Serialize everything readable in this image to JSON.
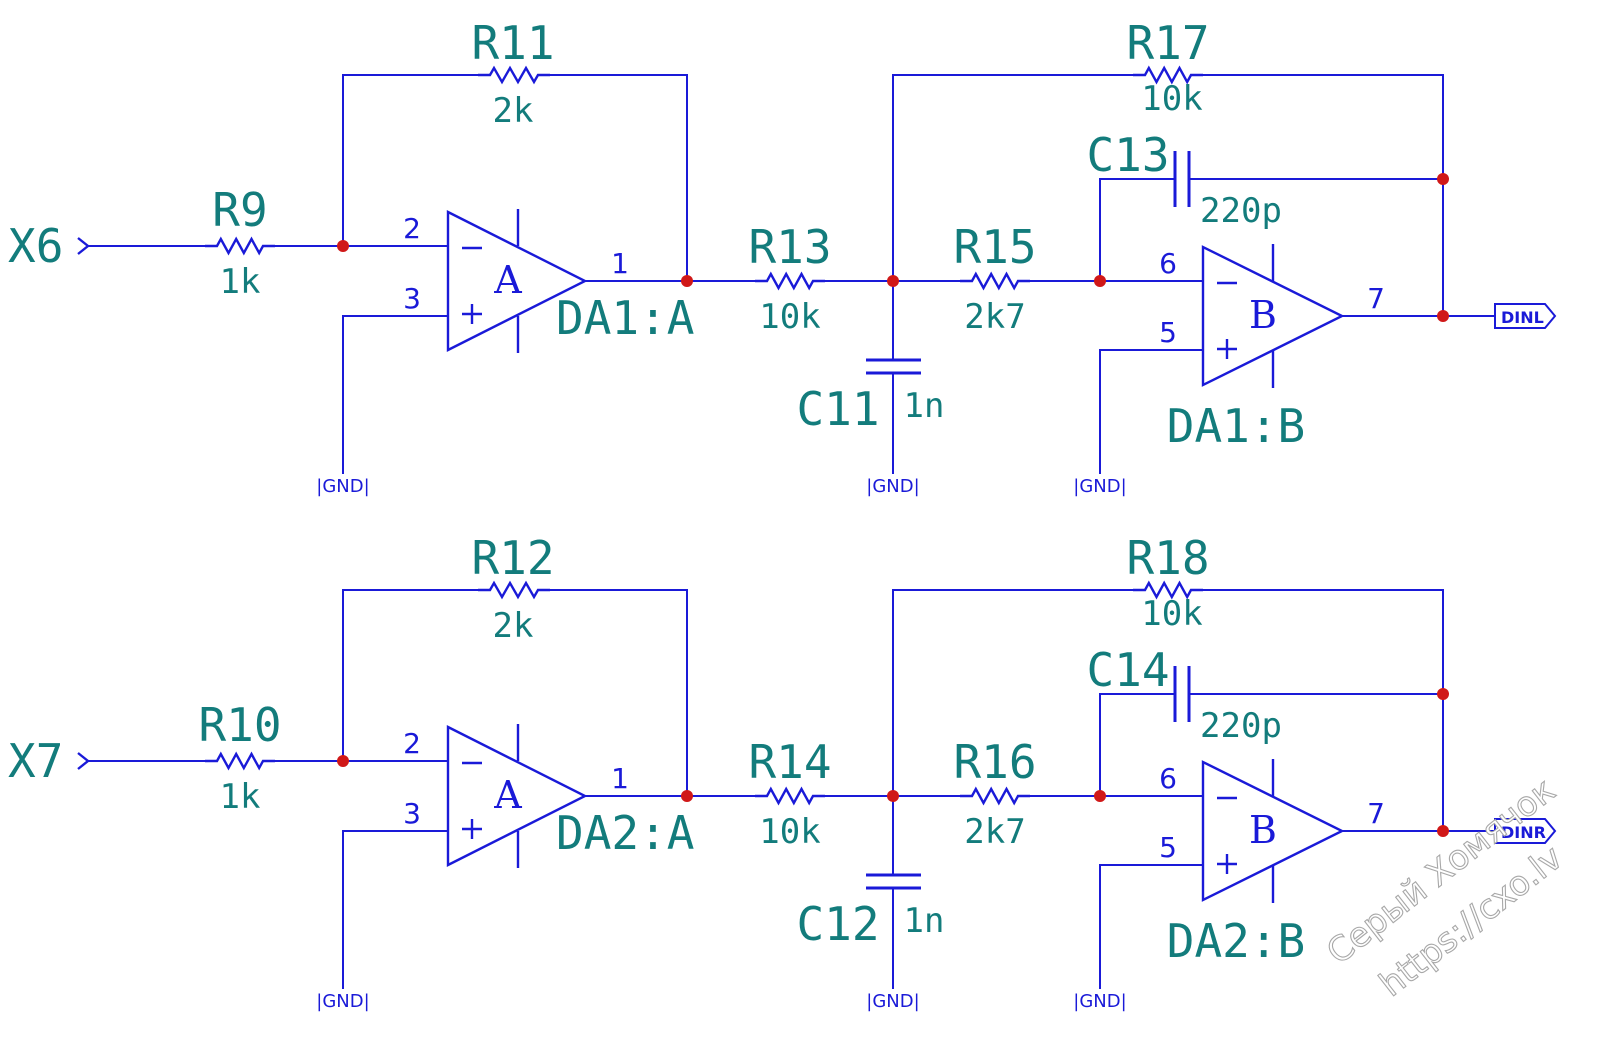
{
  "ground_label": "|GND|",
  "watermark": {
    "line1": "Серый Хомячок",
    "line2": "https://cxo.lv"
  },
  "channels": [
    {
      "input_port": "X6",
      "output_net": "DINL",
      "r_in": {
        "ref": "R9",
        "value": "1k"
      },
      "r_fb1": {
        "ref": "R11",
        "value": "2k"
      },
      "r_mid": {
        "ref": "R13",
        "value": "10k"
      },
      "c_shunt": {
        "ref": "C11",
        "value": "1n"
      },
      "r_ser": {
        "ref": "R15",
        "value": "2k7"
      },
      "r_fb2": {
        "ref": "R17",
        "value": "10k"
      },
      "c_fb": {
        "ref": "C13",
        "value": "220p"
      },
      "opamp_a": {
        "label": "DA1:A",
        "letter": "A",
        "pin_inv": "2",
        "pin_noninv": "3",
        "pin_out": "1"
      },
      "opamp_b": {
        "label": "DA1:B",
        "letter": "B",
        "pin_inv": "6",
        "pin_noninv": "5",
        "pin_out": "7"
      }
    },
    {
      "input_port": "X7",
      "output_net": "DINR",
      "r_in": {
        "ref": "R10",
        "value": "1k"
      },
      "r_fb1": {
        "ref": "R12",
        "value": "2k"
      },
      "r_mid": {
        "ref": "R14",
        "value": "10k"
      },
      "c_shunt": {
        "ref": "C12",
        "value": "1n"
      },
      "r_ser": {
        "ref": "R16",
        "value": "2k7"
      },
      "r_fb2": {
        "ref": "R18",
        "value": "10k"
      },
      "c_fb": {
        "ref": "C14",
        "value": "220p"
      },
      "opamp_a": {
        "label": "DA2:A",
        "letter": "A",
        "pin_inv": "2",
        "pin_noninv": "3",
        "pin_out": "1"
      },
      "opamp_b": {
        "label": "DA2:B",
        "letter": "B",
        "pin_inv": "6",
        "pin_noninv": "5",
        "pin_out": "7"
      }
    }
  ]
}
